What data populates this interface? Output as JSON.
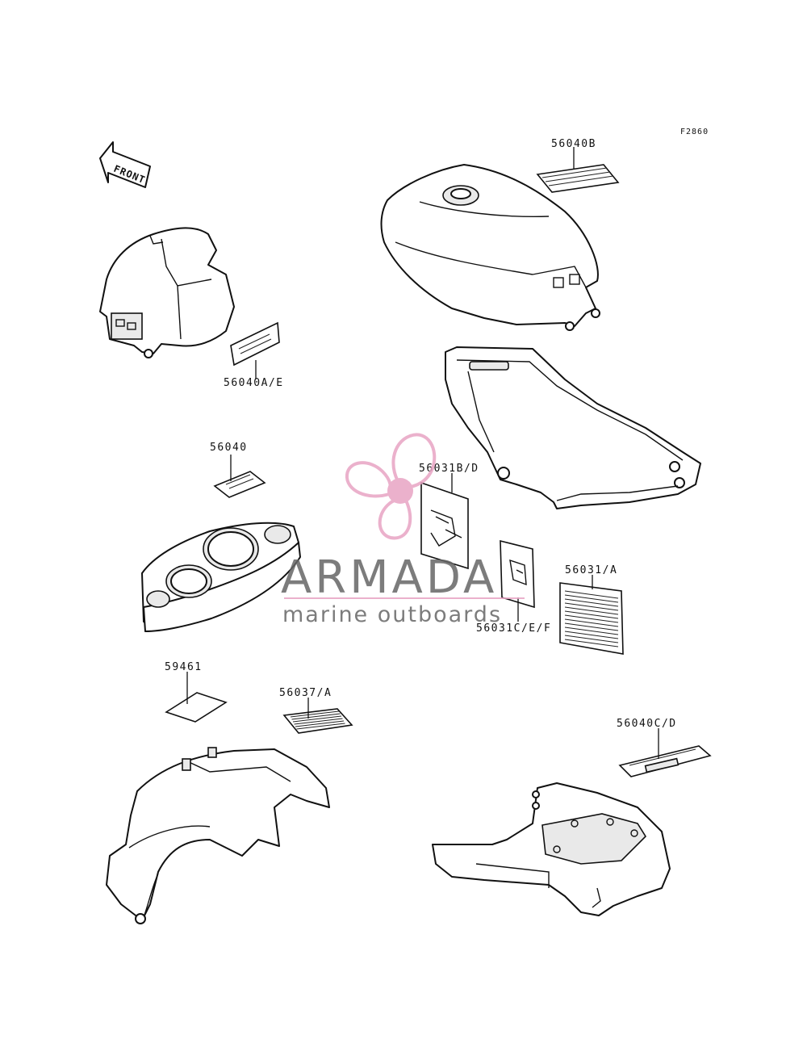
{
  "figure_code": "F2860",
  "front_arrow_label": "FRONT",
  "labels": {
    "tank_decal": "56040B",
    "fairing_decal": "56040A/E",
    "meter_decal": "56040",
    "sidecover_decal_bd": "56031B/D",
    "sidecover_decal_cef": "56031C/E/F",
    "decal_56031a": "56031/A",
    "decal_59461": "59461",
    "decal_56037a": "56037/A",
    "decal_56040cd": "56040C/D"
  },
  "watermark": {
    "brand": "ARMADA",
    "tagline": "marine outboards",
    "color": "#e8a4c4",
    "text_color": "#666666"
  }
}
